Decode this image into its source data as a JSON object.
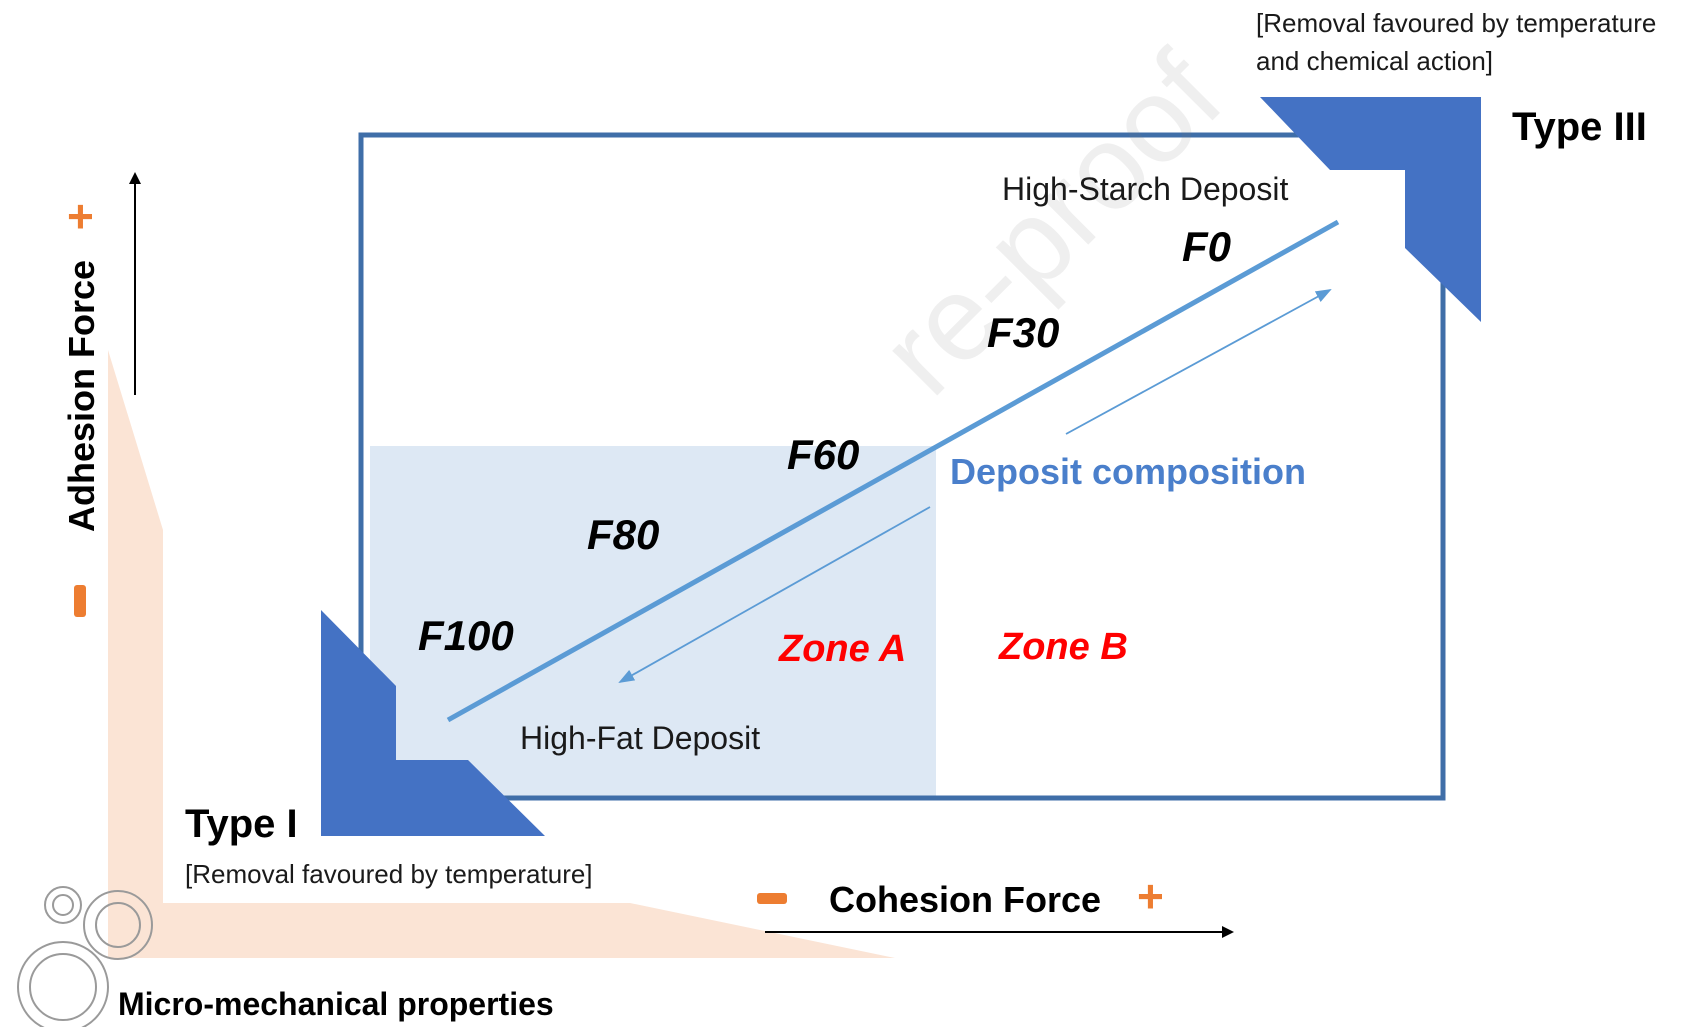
{
  "watermark": "re-proof",
  "type_iii": {
    "title": "Type III",
    "note_line1": "[Removal favoured by temperature",
    "note_line2": "and chemical action]"
  },
  "type_i": {
    "title": "Type I",
    "note": "[Removal favoured by temperature]"
  },
  "deposits": {
    "high_starch": "High-Starch Deposit",
    "high_fat": "High-Fat Deposit"
  },
  "fat_levels": [
    "F0",
    "F30",
    "F60",
    "F80",
    "F100"
  ],
  "zones": {
    "a": "Zone A",
    "b": "Zone B"
  },
  "composition_label": "Deposit composition",
  "adhesion_axis": {
    "title": "Adhesion Force",
    "plus": "+",
    "minus": "-"
  },
  "cohesion_axis": {
    "title": "Cohesion Force",
    "plus": "+",
    "minus": "-"
  },
  "footer": "Micro-mechanical properties",
  "colors": {
    "frame": "#3f6ea8",
    "corner": "#4472c4",
    "line": "#5b9bd5",
    "zone_a_fill": "#dde8f4",
    "peach": "#fbe4d5",
    "sign": "#ed7d31",
    "zone_text": "#ff0000",
    "composition": "#4a7fcb"
  },
  "icons": [
    "gears-icon"
  ]
}
